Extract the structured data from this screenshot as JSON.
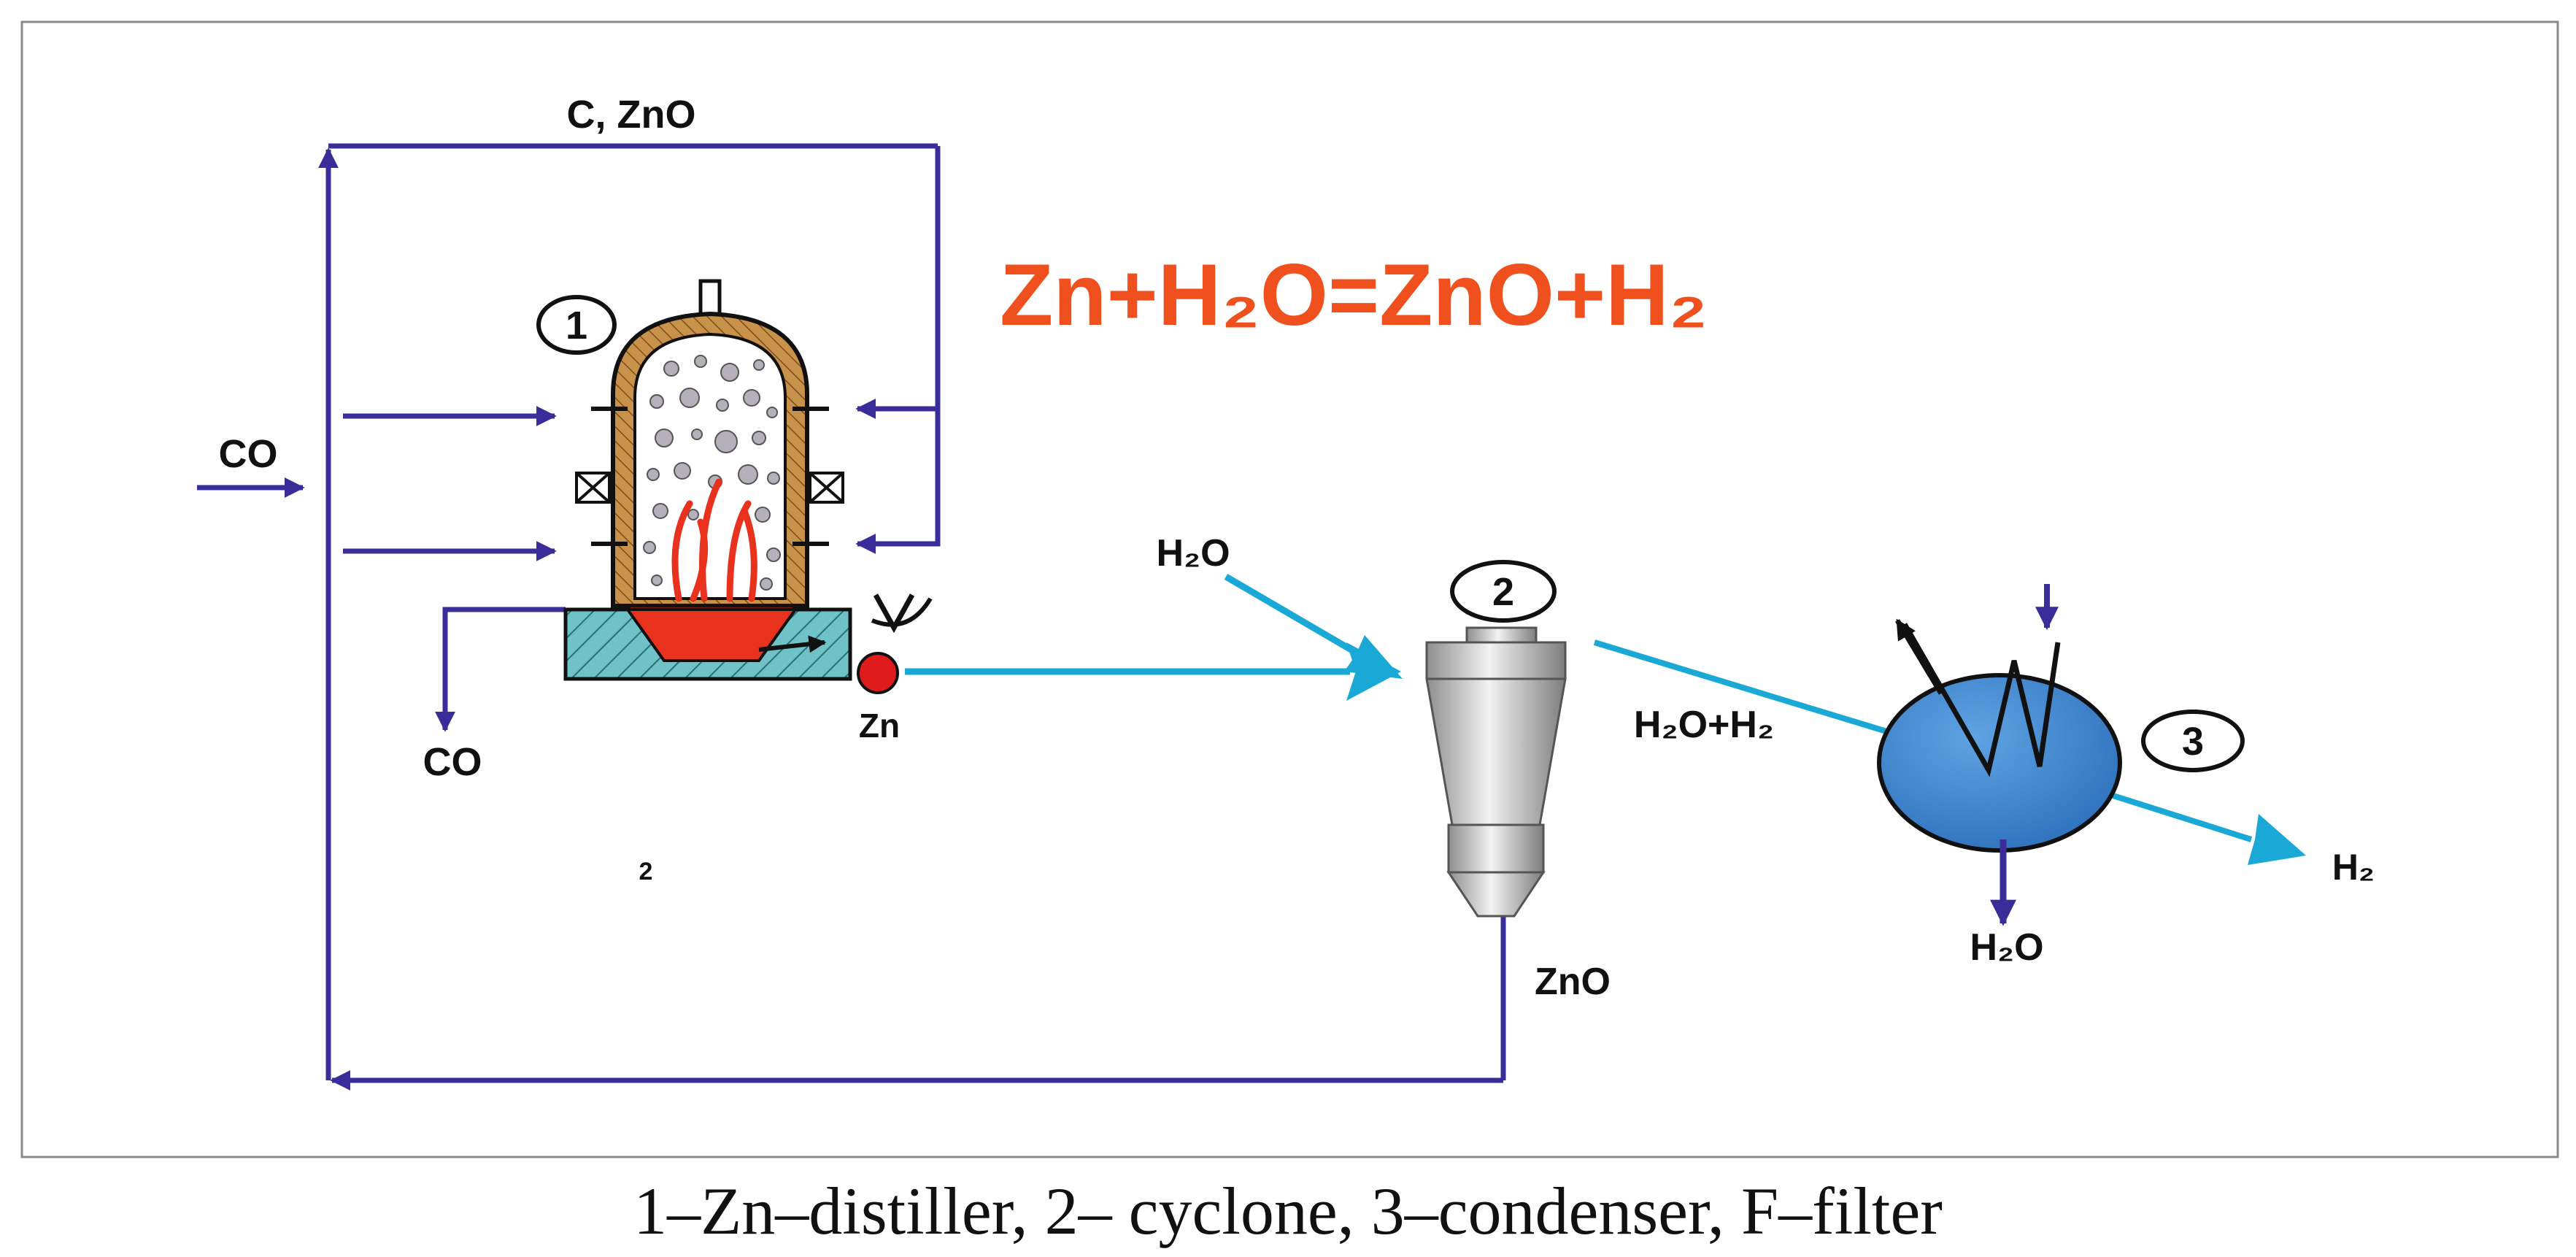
{
  "labels": {
    "top_feed": "C, ZnO",
    "co_in": "CO",
    "co_out": "CO",
    "zn": "Zn",
    "h2o_in": "H₂O",
    "h2o_h2": "H₂O+H₂",
    "h2_out": "H₂",
    "h2o_out": "H₂O",
    "zno_out": "ZnO",
    "stray": "2"
  },
  "equation": "Zn+H₂O=ZnO+H₂",
  "markers": {
    "m1": "1",
    "m2": "2",
    "m3": "3"
  },
  "caption": "1–Zn–distiller, 2– cyclone, 3–condenser, F–filter",
  "colors": {
    "pipe": "#3a2d9a",
    "flow": "#1aa8d6",
    "equation": "#f0501e",
    "condenser": "#3f86cf",
    "wall": "#c8924a",
    "bath": "#6fc3c6",
    "flame": "#e8321e",
    "zn_dot": "#e01b1b"
  }
}
